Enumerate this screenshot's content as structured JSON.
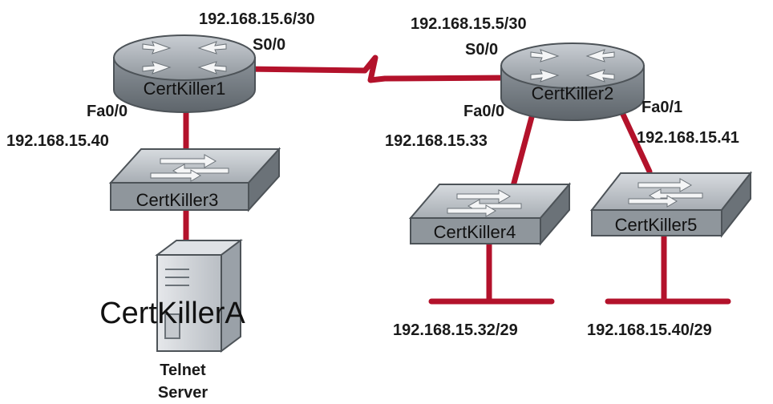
{
  "colors": {
    "link": "#b3122b",
    "device": "#9aa1a8",
    "device_dark": "#6b7278",
    "server": "#cfd3d8"
  },
  "routers": {
    "r1": {
      "name": "CertKiller1"
    },
    "r2": {
      "name": "CertKiller2"
    }
  },
  "switches": {
    "s3": {
      "name": "CertKiller3"
    },
    "s4": {
      "name": "CertKiller4"
    },
    "s5": {
      "name": "CertKiller5"
    }
  },
  "server": {
    "name": "CertKillerA",
    "role_line1": "Telnet",
    "role_line2": "Server"
  },
  "interfaces": {
    "r1_serial_ip": "192.168.15.6/30",
    "r1_serial": "S0/0",
    "r2_serial_ip": "192.168.15.5/30",
    "r2_serial": "S0/0",
    "r1_fa00": "Fa0/0",
    "r1_fa00_ip": "192.168.15.40",
    "r2_fa00": "Fa0/0",
    "r2_fa00_ip": "192.168.15.33",
    "r2_fa01": "Fa0/1",
    "r2_fa01_ip": "192.168.15.41"
  },
  "subnets": {
    "lan4": "192.168.15.32/29",
    "lan5": "192.168.15.40/29"
  }
}
